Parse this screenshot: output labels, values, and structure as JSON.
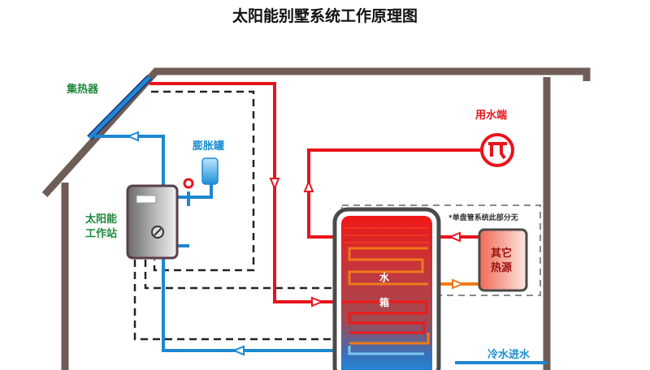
{
  "title": "太阳能别墅系统工作原理图",
  "labels": {
    "collector": "集热器",
    "expansion_tank": "膨胀罐",
    "station_line1": "太阳能",
    "station_line2": "工作站",
    "water_outlet": "用水端",
    "note": "*单盘管系统此部分无",
    "other_source_line1": "其它",
    "other_source_line2": "热源",
    "tank_line1": "水",
    "tank_line2": "箱",
    "cold_inlet": "冷水进水"
  },
  "colors": {
    "wall": "#6e5d56",
    "hot": "#e8141c",
    "cold": "#1e88d0",
    "coil": "#f07a1a",
    "label_green": "#1e8a3c",
    "label_blue": "#1a8fd0"
  }
}
